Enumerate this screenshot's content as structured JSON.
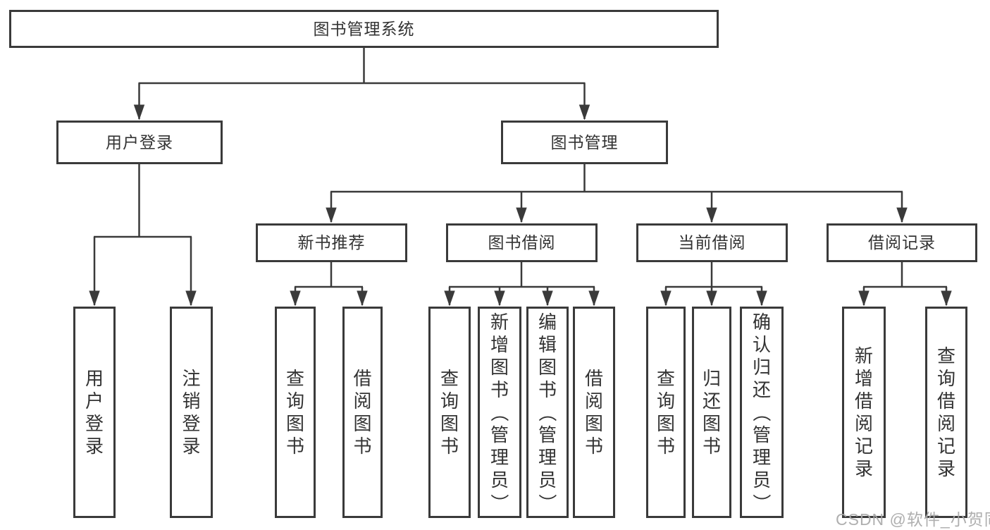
{
  "diagram": {
    "root_label": "图书管理系统",
    "branches": {
      "user_login": "用户登录",
      "book_mgmt": "图书管理"
    },
    "sections": {
      "new_book_rec": "新书推荐",
      "book_borrow": "图书借阅",
      "current_borrow": "当前借阅",
      "borrow_record": "借阅记录"
    },
    "leaves": [
      "用户登录",
      "注销登录",
      "查询图书",
      "借阅图书",
      "查询图书",
      "新增图书（管理员）",
      "编辑图书（管理员）",
      "借阅图书",
      "查询图书",
      "归还图书",
      "确认归还（管理员）",
      "新增借阅记录",
      "查询借阅记录"
    ],
    "line_color": "#3a3a3a"
  },
  "watermark": "CSDN @软件_小贺同学"
}
